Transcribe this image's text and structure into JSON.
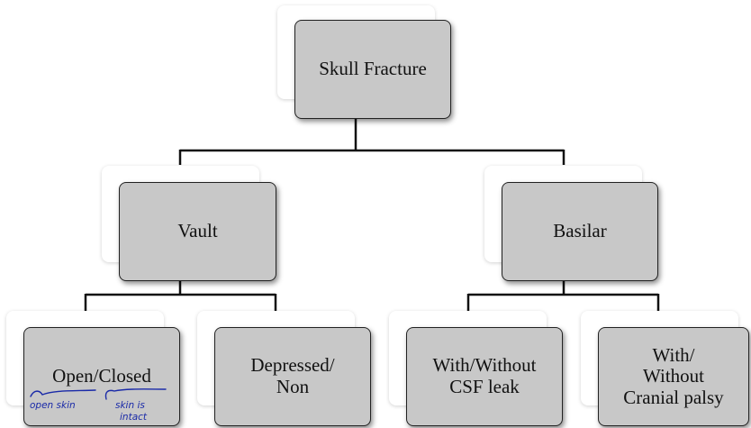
{
  "diagram": {
    "root": {
      "label": "Skull Fracture"
    },
    "categories": [
      {
        "label": "Vault"
      },
      {
        "label": "Basilar"
      }
    ],
    "leaves": [
      {
        "label": "Open/Closed"
      },
      {
        "label": "Depressed/\nNon"
      },
      {
        "label": "With/Without\nCSF leak"
      },
      {
        "label": "With/\nWithout\nCranial palsy"
      }
    ],
    "annotations": {
      "open_note": "open skin",
      "closed_note_1": "skin is",
      "closed_note_2": "intact",
      "ink_color": "#1a2aa8"
    }
  }
}
